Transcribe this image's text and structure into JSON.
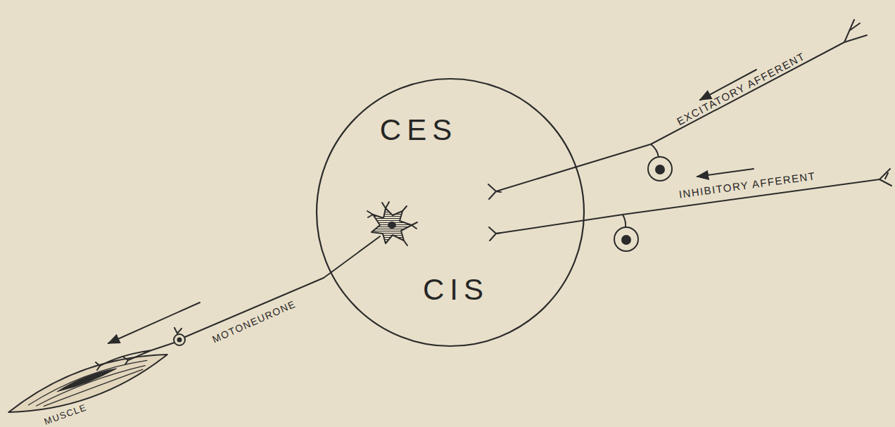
{
  "diagram": {
    "nodes": [
      {
        "text": [
          "CES",
          "CIS"
        ]
      }
    ],
    "labels": [
      "EXCITATORY AFFERENT",
      "INHIBITORY AFFERENT",
      "MOTONEURONE",
      "MUSCLE"
    ]
  }
}
